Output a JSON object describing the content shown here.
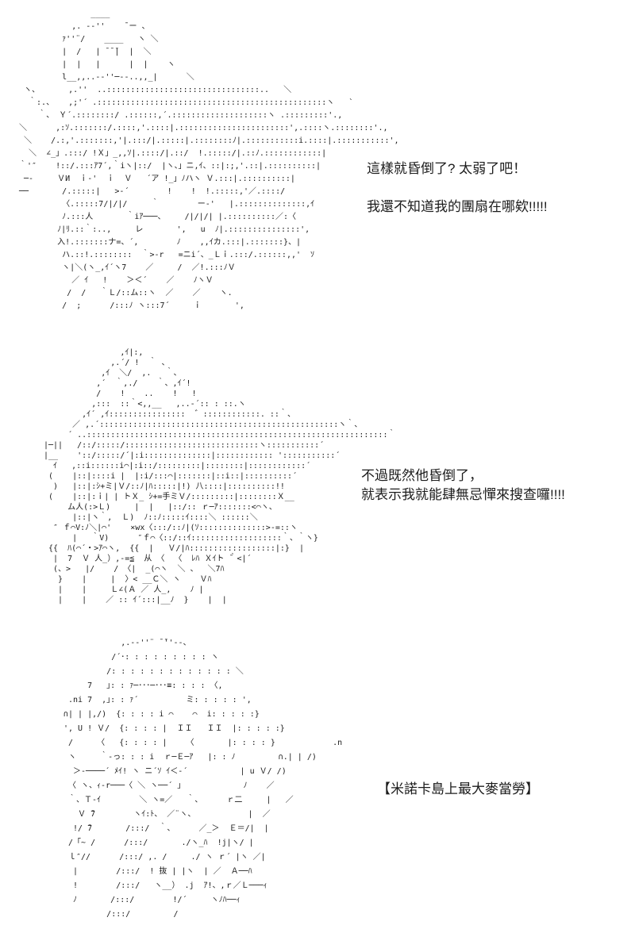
{
  "page": {
    "background_color": "#ffffff",
    "text_color": "#1a1a1a"
  },
  "captions": [
    {
      "lines": [
        "這樣就昏倒了? 太弱了吧！",
        "我還不知道我的團扇在哪欸!!!!!"
      ]
    },
    {
      "lines": [
        "不過既然他昏倒了，",
        "就表示我就能肆無忌憚來搜查囉!!!!"
      ]
    },
    {
      "lines": [
        "【米諾卡島上最大麥當勞】"
      ]
    }
  ],
  "panels": [
    {
      "name": "girl-with-beret-fainted-reaction",
      "art": [
        "               ____",
        "           ,. -‐''    ̄ ー 、",
        "         ｧ''¨/    ____   ヽ ＼",
        "         |  /   | ̄ ̄ ̄|  |  ＼",
        "         |  |   |      |  |    ヽ",
        "         l__,,..-‐''─--..,,_|      ＼",
        " ヽ、      ,.''  ..::::::::::::::::::::::::::::::::..   ＼",
        "  ｀:.、   ,;'´ .::::::::::::::::::::::::::::::::::::::::::::::::ヽ   `",
        "    ｀、 Ｙ´.::::::::/ .::::::,´.::::::::::::::::::::ヽ .:::::::::'.,",
        "＼      ,:ｿ.:::::::/.::::,'.::::|.:::::::::::::::::::::::',.::::ヽ.::::::::'.,",
        " ＼    /.:,'.:::::::,'|.:::/|.:::::|.::::::::ﾉ|.:::::::::::i.::::|.:::::::::::',",
        "  ＼  ∠_」.:::/ !Ｘ」_,,ｿ|.::::/|.::/  !.:::::/|.::ﾉ.::::::::::::|",
        "｀'″    !::/.:::ｱ7´,｀iヽ|::/  |ヽ、」ニ,ｲ、::|:;,'.::|.::::::::::|",
        " ─-     ＶИ  ｉ-'  ｉ  Ｖ   ´ア !_」ﾉハヽ Ｖ.:::|.::::::::::|",
        "──       /.:::::|   >-´        !    !  !.:::::,'／.::::/",
        "         〈.:::::7/|/|/     ｀        ー-'   |.::::::::::::::,ｲ",
        "         ﾉ.:::人       ｀iｱ───、    /|/|/| |.::::::::::／:〈",
        "        ﾉ|ﾘ.::｀:..,     レ       ',   u  ﾉ|.:::::::::::::::',",
        "        入!.:::::::ナ=、´,        ﾉ    ,,ｲカ.:::|.:::::::}、|",
        "         ハ.::!.::::::::  ｀>-r   =ニi´、_Ｌｉ.:::/.::::::,,'  ｿ",
        "         ヽ|＼(ヽ_,ｲ´ヽ7    ／     /  ／!.:::ﾉＶ",
        "           ／ ｲ   !    ＞＜´    ／    ﾉヽＶ",
        "          /  /   ｀Ｌ/::ム::ヽ  ／    ／    ヽ.",
        "         /  ;      /:::ﾉ ヽ:::7´     ｉ       ',"
      ]
    },
    {
      "name": "witch-hat-girl-searching",
      "art": [
        "                ,ｲ|:,",
        "              ,.´/ !  ｀ 、",
        "            ,ｲ  ＼/  ,.   ｀、",
        "           ,´  ｀,./    ｀、,ｲ´!",
        "           /    !    ..    !   !",
        "          ,:::  ::｀<,,__   ,..-´:: : ::.ヽ",
        "        ,ｲ´ ,ｲ::::::::::::::::  ゛::::::::::::. ::｀、",
        "      ／ ,.´::::::::::::::::::::::::::::::::::::::::::::::::::ヽ｀、",
        "     ´ ..:::::::::::::::::::::::::::::::::::::::::::::::::::::::::::::::｀",
        "|─||   /::/:::::/::::::::::::::::::::::::::::ヽ:::::::::::´",
        "|__    '::/:::::/´|:i::::::::::::::|:::::::::::: ':::::::::::´",
        "  ｲ   ,::i::::::i⌒|:i::/:::::::::|::::::::|::::::::::::´",
        " (    |::|::::i |  |:i/:::⌒|:::::::|::i::|::::::::::´",
        "  )   |::|:ｼ+ミ|Ｖ/::ﾉ|ﾊ:::::|!) 八::::|::::::::::!!",
        " (    |::|:ｉ| | トＸ_ ｼ+=手ミＶ/:::::::::|::::::::Ｘ__",
        "     ム人(:>Ｌ)     |  |   |::/:: ｒ─ｱ:::::::<⌒ヽ、",
        "      |::|ヽ｀,  Ｌ)  ﾉ::ﾉ:::::ｲ::::＼ ::::::＼",
        "  ″ ｆ⌒V:ﾉ＼|⌒'    ×wx〈:::/::ﾉ|(ｿ::::::::::::::>-=::ヽ",
        "      |   ｀V)      ″ｆ⌒〈::/::ｲ:::::::::::::::::::｀、｀ヽ}",
        " {{  ﾊ(⌒´・>ｱ⌒ヽ,  {{  |   Ｖ/|ﾊ::::::::::::::::::|:}  |",
        "  |  7  Ｖ 人_）,-=≦  从 〈  〈  ﾚﾊ Ｘｲト ̄｀<|´",
        "  (、>   |/    / 〈|  _(⌒ヽ  ＼ 、  ＼7ﾊ",
        "   }    |     |  〉< __Ｃ＼ ヽ    Ｖﾊ",
        "   |    |     Ｌ∠(Ａ ／ 人_,    ﾉ |",
        "   |    |    ／ :: ｲ´:::|__ﾉ  }    |  |"
      ]
    },
    {
      "name": "donald-clown-waving",
      "art": [
        "            ,.-‐''¨ ̄ ̄''‐-、",
        "          /´･: : : : : : : : : ヽ",
        "         /: : : : : : : : : : : : : ＼",
        "     7   ｣: : ｧ─･･･─･･･≡: : : : 〈,",
        " .ni 7  ,｣: : ｧ´          ミ: : : : : ',",
        "∩| | |,/)  {: : : : i ⌒    ⌒  i: : : : :}",
        "', U ! Ｖ/  {: : : : |  ＩＩ   ＩＩ  |: : : : :}",
        " /     〈   {: : : : |    〈       |: : : : }            .n",
        " ヽ     ｀-っ: : : i  ｒ─Ｅ─ｱ   |: : ﾉ         ∩.| | /)",
        "  ＞-────´ ﾒｲ! ヽ ニ´ｿ ｲ＜-´           | u Ｖ/ /)",
        " 〈 ヽ、ｨ-r───〈 ＼ ヽ──´ ｣             ﾉ    ／",
        " ｀、Ｔ-ｲ        ＼ ヽ=／   ｀、     ｒ二     |   ／",
        "   Ｖ ̄7        ヽｲ:ﾄ、 ／¨ヽ、           |  ／",
        "  !/ ̄7       /:::/  ｀、     ／_＞  Ｅ＝/|  |",
        " /「~ /      /:::/       ./ヽ_ﾊ  !j|ヽ/ |",
        " ｌ″//      /:::/ ,. /     ./ ヽ ｒ´ |ヽ ／|",
        "  |        /:::/  ! 抜 | |ヽ  | ／  Ａ──ﾊ",
        "  !        /:::/   ヽ__） .j  ｱ!、,ｒ／Ｌ───ｨ",
        "  ﾉ       /:::/        !/´     ヽﾉﾊ──ｨ",
        "         /:::/         /"
      ]
    }
  ]
}
